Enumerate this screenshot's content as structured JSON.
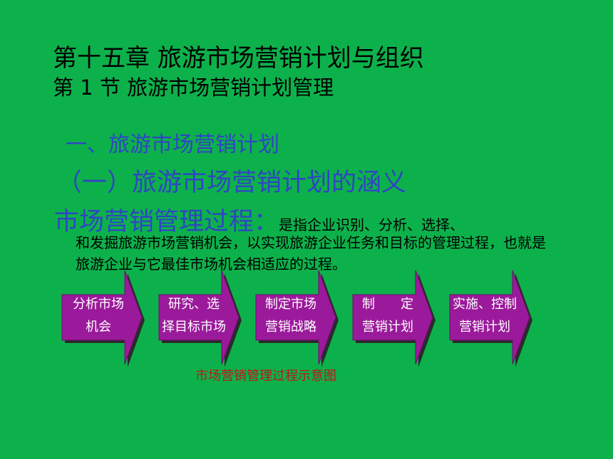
{
  "slide": {
    "chapter_title": "第十五章  旅游市场营销计划与组织",
    "section_title": "第  1  节  旅游市场营销计划管理",
    "heading1": "一、旅游市场营销计划",
    "heading2": "（一）旅游市场营销计划的涵义",
    "term": "市场营销管理过程：",
    "definition_inline": "是指企业识别、分析、选择、",
    "definition_rest": "和发掘旅游市场营销机会，以实现旅游企业任务和目标的管理过程，也就是旅游企业与它最佳市场机会相适应的过程。",
    "colors": {
      "background": "#0db14b",
      "heading": "#2f45c4",
      "arrow_fill": "#9b1a9b",
      "arrow_shadow": "#2a2a2a",
      "caption": "#c0141c"
    }
  },
  "flow": {
    "steps": [
      {
        "line1": "分析市场",
        "line2": "机会"
      },
      {
        "line1": "研究、选",
        "line2": "择目标市场"
      },
      {
        "line1": "制定市场",
        "line2": "营销战略"
      },
      {
        "line1": "制　　定",
        "line2": "营销计划"
      },
      {
        "line1": "实施、控制",
        "line2": "营销计划"
      }
    ],
    "caption": "市场营销管理过程示意图"
  }
}
